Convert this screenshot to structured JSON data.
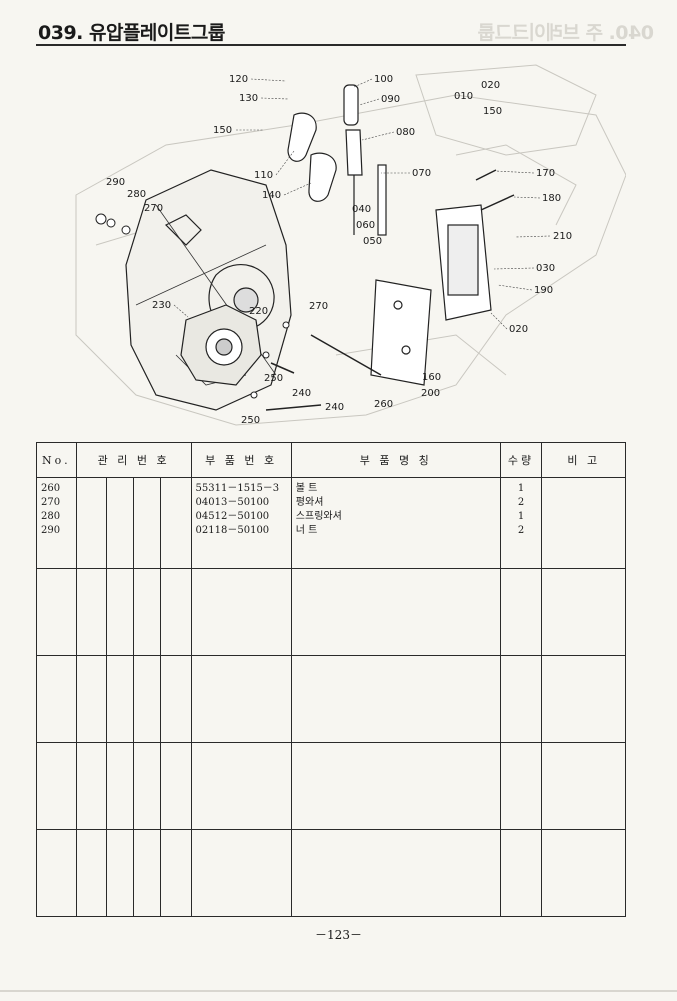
{
  "header": {
    "title": "039. 유압플레이트그룹",
    "ghost_title": "040. 주 브레이크그룹"
  },
  "diagram": {
    "callouts": [
      "120",
      "130",
      "100",
      "090",
      "020",
      "010",
      "150",
      "080",
      "110",
      "070",
      "140",
      "170",
      "290",
      "280",
      "270",
      "040",
      "180",
      "060",
      "050",
      "210",
      "030",
      "190",
      "230",
      "220",
      "270",
      "020",
      "250",
      "240",
      "160",
      "200",
      "250",
      "240",
      "260"
    ]
  },
  "table": {
    "headers": {
      "no": "No.",
      "mgmt": "관 리 번 호",
      "part_no": "부 품 번 호",
      "name": "부 품 명 칭",
      "qty": "수량",
      "note": "비 고"
    },
    "rows": [
      {
        "no": "260",
        "part_no": "55311－1515－3",
        "name": "볼 트",
        "qty": "1"
      },
      {
        "no": "270",
        "part_no": "04013－50100",
        "name": "평와셔",
        "qty": "2"
      },
      {
        "no": "280",
        "part_no": "04512－50100",
        "name": "스프링와셔",
        "qty": "1"
      },
      {
        "no": "290",
        "part_no": "02118－50100",
        "name": "너 트",
        "qty": "2"
      }
    ]
  },
  "footer": {
    "page_number": "－123－"
  }
}
